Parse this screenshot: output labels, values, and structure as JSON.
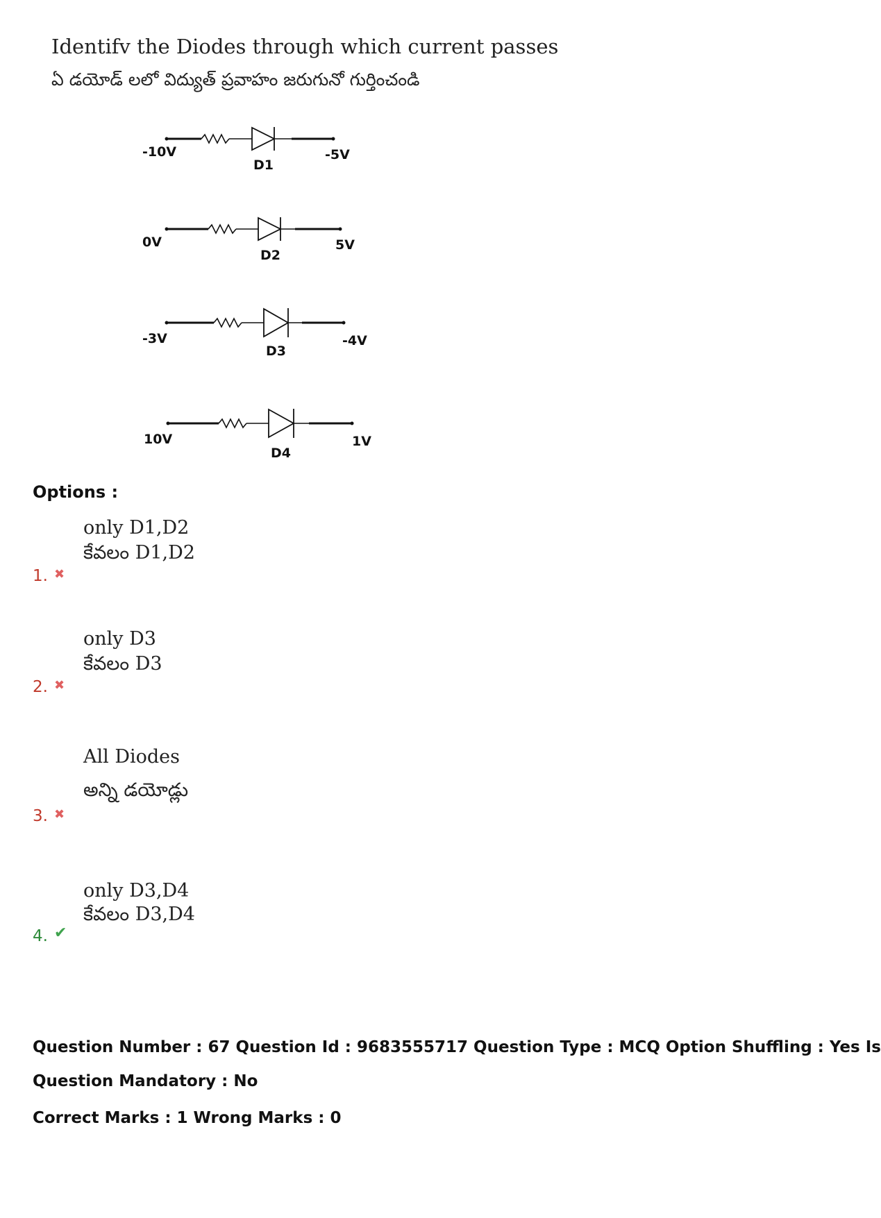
{
  "question": {
    "text_en": "Identifv the Diodes through which current passes",
    "text_te": "ఏ డయోడ్ లలో విద్యుత్ ప్రవాహం జరుగునో గుర్తించండి"
  },
  "circuits": [
    {
      "left_voltage": "-10V",
      "diode": "D1",
      "right_voltage": "-5V"
    },
    {
      "left_voltage": "0V",
      "diode": "D2",
      "right_voltage": "5V"
    },
    {
      "left_voltage": "-3V",
      "diode": "D3",
      "right_voltage": "-4V"
    },
    {
      "left_voltage": "10V",
      "diode": "D4",
      "right_voltage": "1V"
    }
  ],
  "options_heading": "Options :",
  "options": [
    {
      "number": "1.",
      "text_en": "only D1,D2",
      "text_te": "కేవలం D1,D2",
      "status": "wrong",
      "mark_icon": "✖"
    },
    {
      "number": "2.",
      "text_en": "only D3",
      "text_te": "కేవలం D3",
      "status": "wrong",
      "mark_icon": "✖"
    },
    {
      "number": "3.",
      "text_en": "All Diodes",
      "text_te": "అన్ని డయోడ్లు",
      "status": "wrong",
      "mark_icon": "✖"
    },
    {
      "number": "4.",
      "text_en": "only D3,D4",
      "text_te": "కేవలం D3,D4",
      "status": "correct",
      "mark_icon": "✔"
    }
  ],
  "meta": {
    "line1": "Question Number : 67 Question Id : 9683555717 Question Type : MCQ Option Shuffling : Yes Is",
    "line2": "Question Mandatory : No",
    "line3": "Correct Marks : 1 Wrong Marks : 0"
  }
}
